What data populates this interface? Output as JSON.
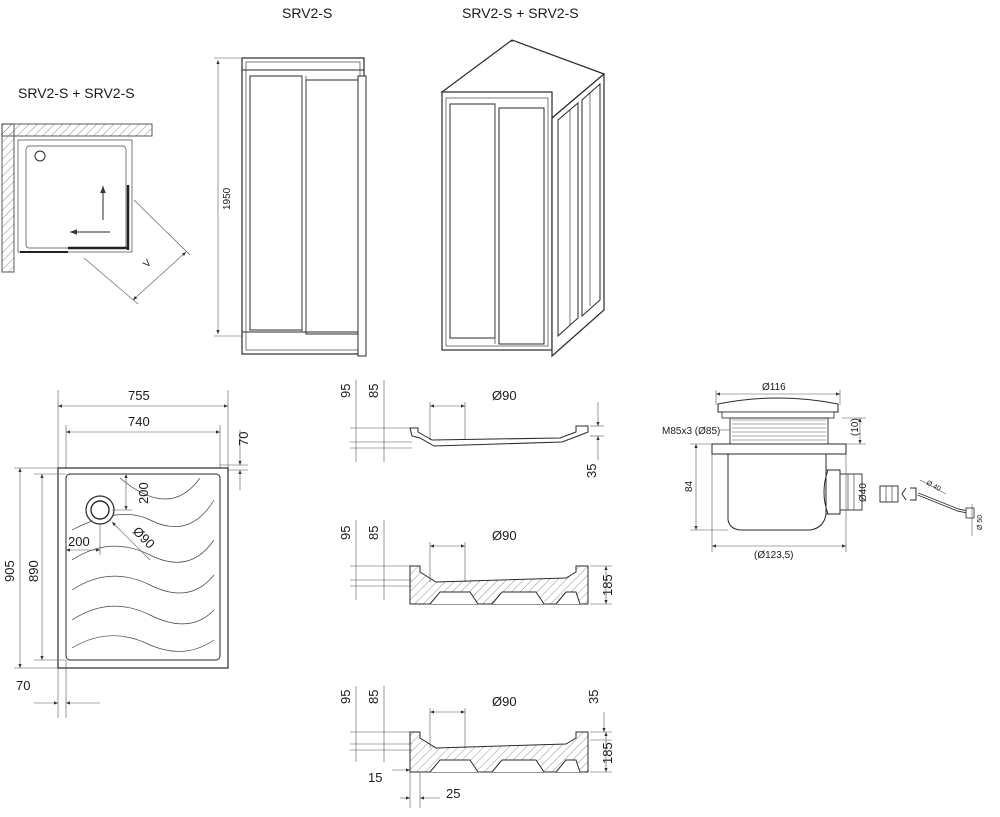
{
  "views": {
    "plan": {
      "title": "SRV2-S + SRV2-S",
      "arrow_label": "V"
    },
    "front": {
      "title": "SRV2-S",
      "height": "1950"
    },
    "iso": {
      "title": "SRV2-S + SRV2-S"
    }
  },
  "tray_plan": {
    "outer_width": "755",
    "inner_width": "740",
    "edge_right": "70",
    "outer_depth": "905",
    "inner_depth": "890",
    "edge_bottom": "70",
    "drain_offset_x": "200",
    "drain_offset_y": "200",
    "drain_diameter": "Ø90"
  },
  "sections": [
    {
      "d1": "95",
      "d2": "85",
      "drain": "Ø90",
      "right": "35"
    },
    {
      "d1": "95",
      "d2": "85",
      "drain": "Ø90",
      "right": "185"
    },
    {
      "d1": "95",
      "d2": "85",
      "drain": "Ø90",
      "right_top": "35",
      "right": "185",
      "bottom_left": "15",
      "bottom": "25"
    }
  ],
  "drain_detail": {
    "top_diameter": "Ø116",
    "thread": "M85x3 (Ø85)",
    "rim": "(10)",
    "height": "84",
    "outlet": "Ø40",
    "bottom_diameter": "(Ø123,5)",
    "pipe_small": "Ø 40",
    "pipe_large": "Ø 50"
  }
}
